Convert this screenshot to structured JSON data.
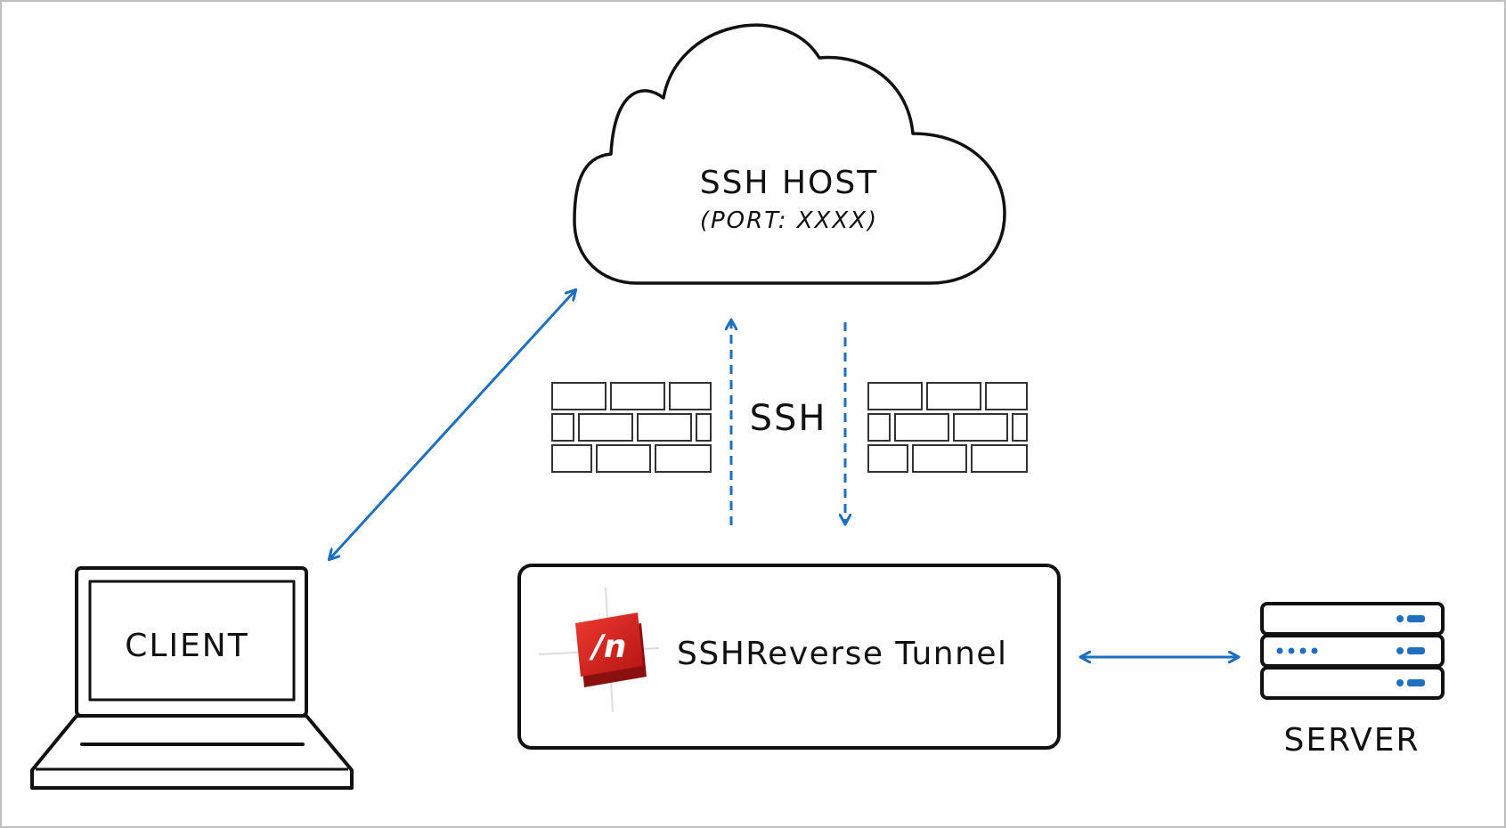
{
  "cloud": {
    "title": "SSH HOST",
    "subtitle": "(PORT: XXXX)"
  },
  "tunnel_label": "SSH",
  "app_box": {
    "label": "SSHReverse Tunnel",
    "logo_letter": "/n",
    "logo_color": "#d71f1f"
  },
  "client": {
    "label": "CLIENT"
  },
  "server": {
    "label": "SERVER"
  },
  "colors": {
    "arrow": "#1f6fbf",
    "stroke": "#111111",
    "frame": "#bfbfbf"
  }
}
